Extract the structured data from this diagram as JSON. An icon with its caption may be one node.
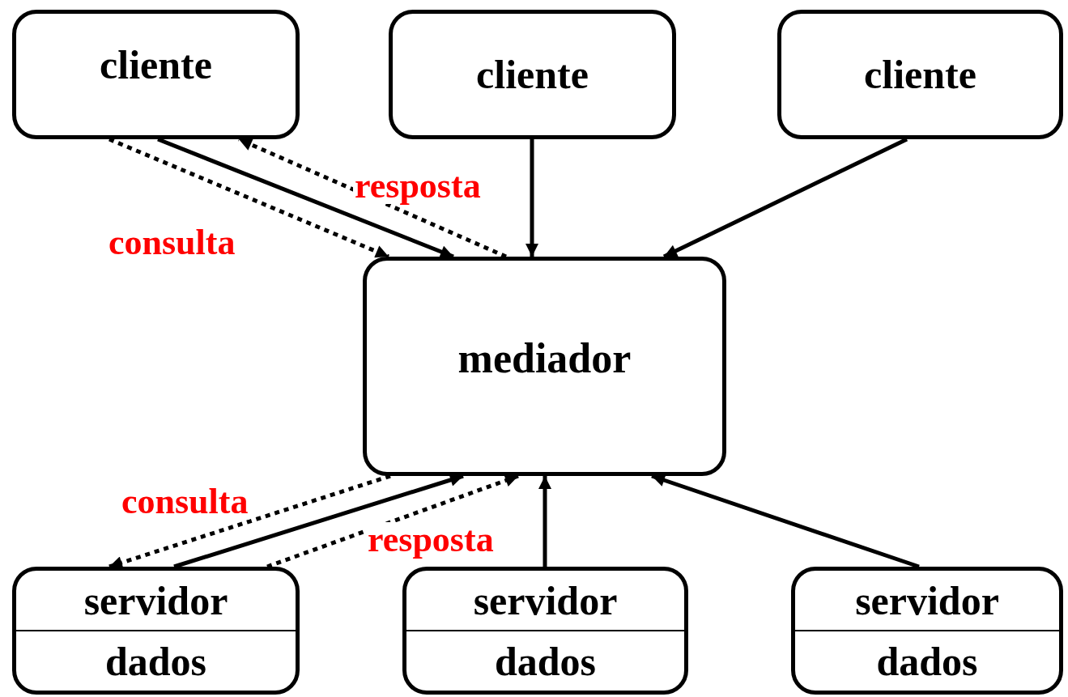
{
  "diagram": {
    "nodes": [
      {
        "text": [
          "cliente"
        ]
      },
      {
        "text": [
          "cliente"
        ]
      },
      {
        "text": [
          "cliente"
        ]
      },
      {
        "text": [
          "mediador"
        ]
      },
      {
        "text": [
          "servidor",
          "dados"
        ]
      },
      {
        "text": [
          "servidor",
          "dados"
        ]
      },
      {
        "text": [
          "servidor",
          "dados"
        ]
      }
    ],
    "edges": [
      {
        "from": 0,
        "to": 3,
        "arrow": "to"
      },
      {
        "from": 0,
        "to": 3,
        "arrow": "to",
        "style": "dashed",
        "label": "consulta"
      },
      {
        "from": 3,
        "to": 0,
        "arrow": "to",
        "style": "dashed",
        "label": "resposta"
      },
      {
        "from": 1,
        "to": 3,
        "arrow": "to"
      },
      {
        "from": 2,
        "to": 3,
        "arrow": "to"
      },
      {
        "from": 4,
        "to": 3,
        "arrow": "to"
      },
      {
        "from": 3,
        "to": 4,
        "arrow": "to",
        "style": "dashed",
        "label": "consulta"
      },
      {
        "from": 4,
        "to": 3,
        "arrow": "to",
        "style": "dashed",
        "label": "resposta"
      },
      {
        "from": 5,
        "to": 3,
        "arrow": "to"
      },
      {
        "from": 6,
        "to": 3,
        "arrow": "to"
      }
    ]
  }
}
